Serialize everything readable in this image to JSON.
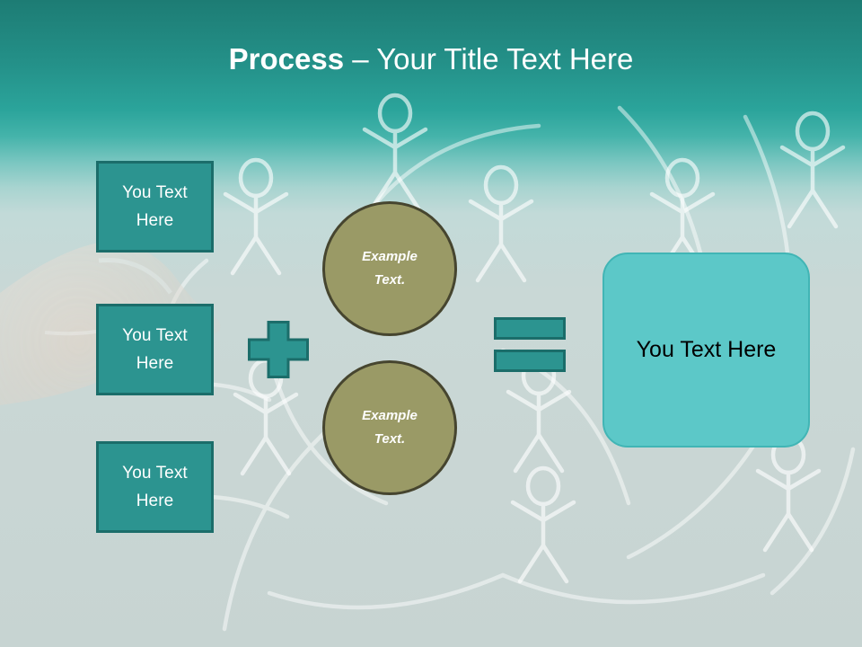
{
  "slide": {
    "title": {
      "strong": "Process",
      "rest": " – Your Title Text Here"
    },
    "background": {
      "top_color": "#1d7c74",
      "mid_color": "#2ba49b",
      "bottom_color": "#c8d5d4",
      "doodle_color": "#ffffff",
      "doodle_description": "hand-drawn white stick figures and sweeping arcs",
      "hand_photo_description": "faded photo of a hand and forearm at left edge"
    },
    "steps": [
      {
        "label": "You Text\nHere",
        "fill": "#2c9490",
        "border": "#1b6d6a",
        "text_color": "#ffffff"
      },
      {
        "label": "You Text\nHere",
        "fill": "#2c9490",
        "border": "#1b6d6a",
        "text_color": "#ffffff"
      },
      {
        "label": "You Text\nHere",
        "fill": "#2c9490",
        "border": "#1b6d6a",
        "text_color": "#ffffff"
      }
    ],
    "operators": {
      "plus": {
        "icon": "plus-icon",
        "fill": "#2c9490",
        "border": "#1b6d6a"
      },
      "equals": {
        "icon": "equals-icon",
        "fill": "#2c9490",
        "border": "#1b6d6a"
      }
    },
    "circles": [
      {
        "line1": "Example",
        "line2": "Text.",
        "fill": "#9a9a66",
        "border": "#46452f",
        "text_color": "#ffffff"
      },
      {
        "line1": "Example",
        "line2": "Text.",
        "fill": "#9a9a66",
        "border": "#46452f",
        "text_color": "#ffffff"
      }
    ],
    "result": {
      "label": "You Text Here",
      "fill": "#5cc8c8",
      "border": "#41b5b5",
      "text_color": "#000000"
    }
  }
}
